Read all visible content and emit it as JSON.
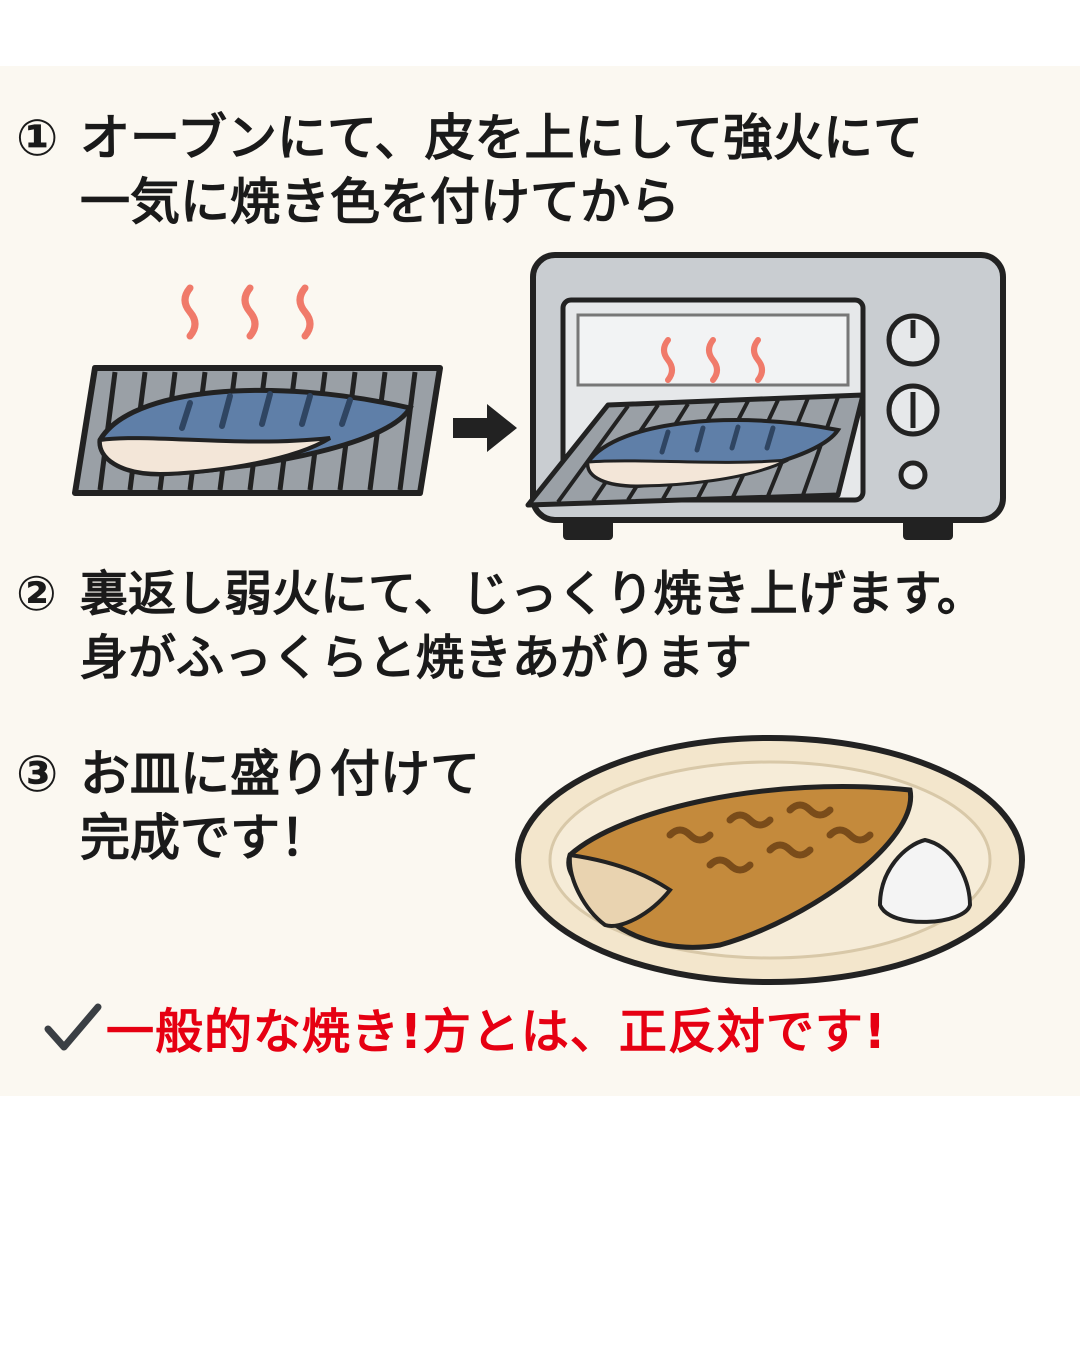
{
  "steps": [
    {
      "number": "①",
      "lines": [
        "オーブンにて、皮を上にして強火にて",
        "一気に焼き色を付けてから"
      ]
    },
    {
      "number": "②",
      "lines": [
        "裏返し弱火にて、じっくり焼き上げます。",
        "身がふっくらと焼きあがります"
      ]
    },
    {
      "number": "③",
      "lines": [
        "お皿に盛り付けて",
        "完成です！"
      ]
    }
  ],
  "note": {
    "icon": "check-icon",
    "text": "一般的な焼き!方とは、正反対です!"
  },
  "icons": {
    "rack": "grill-rack-with-fish-illustration",
    "arrow": "right-arrow-icon",
    "oven": "toaster-oven-illustration",
    "plate": "plated-grilled-fish-illustration"
  },
  "colors": {
    "note_text": "#e60012",
    "background": "#fbf8f1",
    "text": "#1a1a1a"
  }
}
